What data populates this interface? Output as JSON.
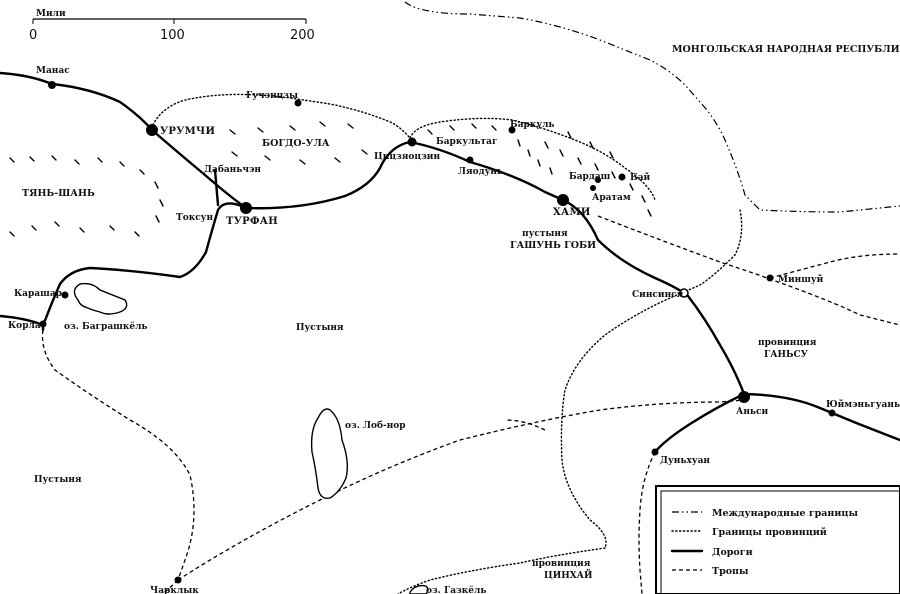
{
  "scale": {
    "unit": "Мили",
    "ticks": [
      "0",
      "100",
      "200"
    ]
  },
  "regions": {
    "mongolia": "МОНГОЛЬСКАЯ НАРОДНАЯ РЕСПУБЛИКА",
    "tianshan": "ТЯНЬ-ШАНЬ",
    "bogdo_ula": "БОГДО-УЛА",
    "gashun_gobi_line1": "пустыня",
    "gashun_gobi_line2": "ГАШУНЬ ГОБИ",
    "desert_center": "Пустыня",
    "desert_left": "Пустыня",
    "gansu_line1": "провинция",
    "gansu_line2": "ГАНЬСУ",
    "qinghai_line1": "провинция",
    "qinghai_line2": "ЦИНХАЙ"
  },
  "lakes": {
    "bagrashkol": "оз. Баграшкёль",
    "lobnor": "оз. Лоб-нор",
    "gazkol": "оз. Газкёль"
  },
  "places": {
    "manas": "Манас",
    "urumqi": "УРУМЧИ",
    "guchengzi": "Гучэнцзы",
    "dabanchen": "Дабаньчэн",
    "toksun": "Токсун",
    "turfan": "ТУРФАН",
    "qijiaojing": "Цицзяоцзин",
    "barkultag": "Баркультаг",
    "barkul": "Баркуль",
    "liaodun": "Ляодунь",
    "bardash": "Бардаш",
    "bai": "Бай",
    "aratam": "Аратам",
    "hami": "ХАМИ",
    "karashar": "Карашар",
    "korla": "Корла",
    "xingxingxia": "Синсинся",
    "minshui": "Миншуй",
    "anxi": "Аньси",
    "yumenguan": "Юймэньгуань",
    "dunhuang": "Дуньхуан",
    "charklik": "Чарклык"
  },
  "legend": {
    "international": "Международные границы",
    "provincial": "Границы провинций",
    "roads": "Дороги",
    "trails": "Тропы"
  }
}
